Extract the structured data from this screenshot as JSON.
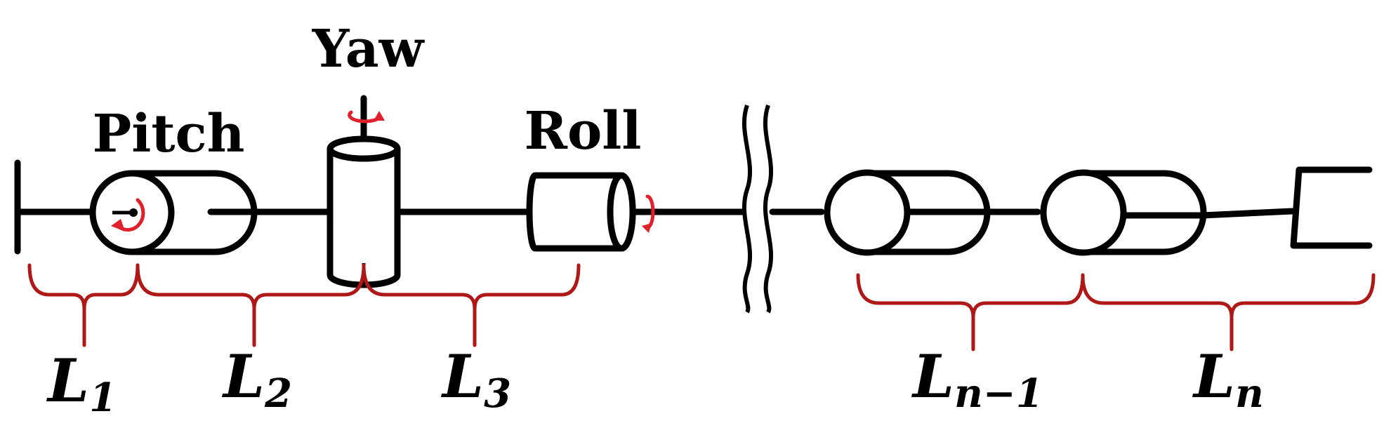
{
  "joints": {
    "pitch": "Pitch",
    "yaw": "Yaw",
    "roll": "Roll"
  },
  "links": [
    {
      "base": "L",
      "sub": "1"
    },
    {
      "base": "L",
      "sub": "2"
    },
    {
      "base": "L",
      "sub": "3"
    },
    {
      "base": "L",
      "sub": "n−1"
    },
    {
      "base": "L",
      "sub": "n"
    }
  ],
  "colors": {
    "structure": "#000000",
    "brace": "#b01818",
    "rotation": "#e0202a"
  }
}
